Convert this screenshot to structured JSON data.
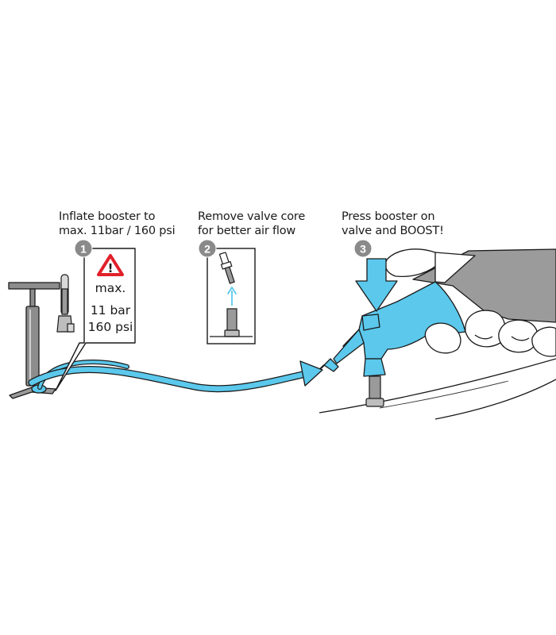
{
  "steps": [
    {
      "number": "1",
      "caption_line1": "Inflate booster to",
      "caption_line2": "max. 11bar / 160 psi",
      "warning_symbol": "!",
      "max_label": "max.",
      "bar_label": "11 bar",
      "psi_label": "160 psi",
      "icon": "warning-triangle-icon"
    },
    {
      "number": "2",
      "caption_line1": "Remove valve core",
      "caption_line2": "for better air flow",
      "icon": "valve-core-icon"
    },
    {
      "number": "3",
      "caption_line1": "Press booster on",
      "caption_line2": "valve and BOOST!",
      "icon": "press-arrow-icon"
    }
  ],
  "colors": {
    "accent_blue": "#5bc8ec",
    "warning_red": "#e2202a",
    "badge_gray": "#8a8a8a",
    "sleeve_gray": "#9b9b9b",
    "outline": "#1a1a1a"
  }
}
